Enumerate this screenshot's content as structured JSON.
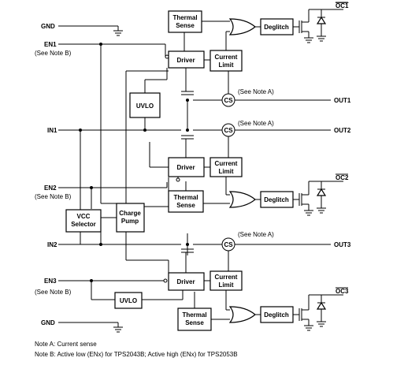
{
  "pins": {
    "gnd_top": "GND",
    "en1": "EN1",
    "en1_note": "(See Note B)",
    "in1": "IN1",
    "en2": "EN2",
    "en2_note": "(See Note B)",
    "in2": "IN2",
    "en3": "EN3",
    "en3_note": "(See Note B)",
    "gnd_bottom": "GND",
    "oc1": "OC1",
    "out1": "OUT1",
    "out2": "OUT2",
    "oc2": "OC2",
    "out3": "OUT3",
    "oc3": "OC3"
  },
  "blocks": {
    "thermal_sense_1": [
      "Thermal",
      "Sense"
    ],
    "deglitch_1": "Deglitch",
    "driver_1": "Driver",
    "current_limit_1": [
      "Current",
      "Limit"
    ],
    "uvlo_1": "UVLO",
    "cs_1": "CS",
    "cs_1_note": "(See Note A)",
    "cs_2": "CS",
    "cs_2_note": "(See Note A)",
    "driver_2": "Driver",
    "current_limit_2": [
      "Current",
      "Limit"
    ],
    "thermal_sense_2": [
      "Thermal",
      "Sense"
    ],
    "deglitch_2": "Deglitch",
    "vcc_selector": [
      "VCC",
      "Selector"
    ],
    "charge_pump": [
      "Charge",
      "Pump"
    ],
    "cs_3": "CS",
    "cs_3_note": "(See Note A)",
    "driver_3": "Driver",
    "current_limit_3": [
      "Current",
      "Limit"
    ],
    "uvlo_2": "UVLO",
    "thermal_sense_3": [
      "Thermal",
      "Sense"
    ],
    "deglitch_3": "Deglitch"
  },
  "notes": {
    "note_a": "Note A: Current sense",
    "note_b": "Note B: Active low (ENx) for TPS2043B; Active high (ENx) for TPS2053B"
  }
}
